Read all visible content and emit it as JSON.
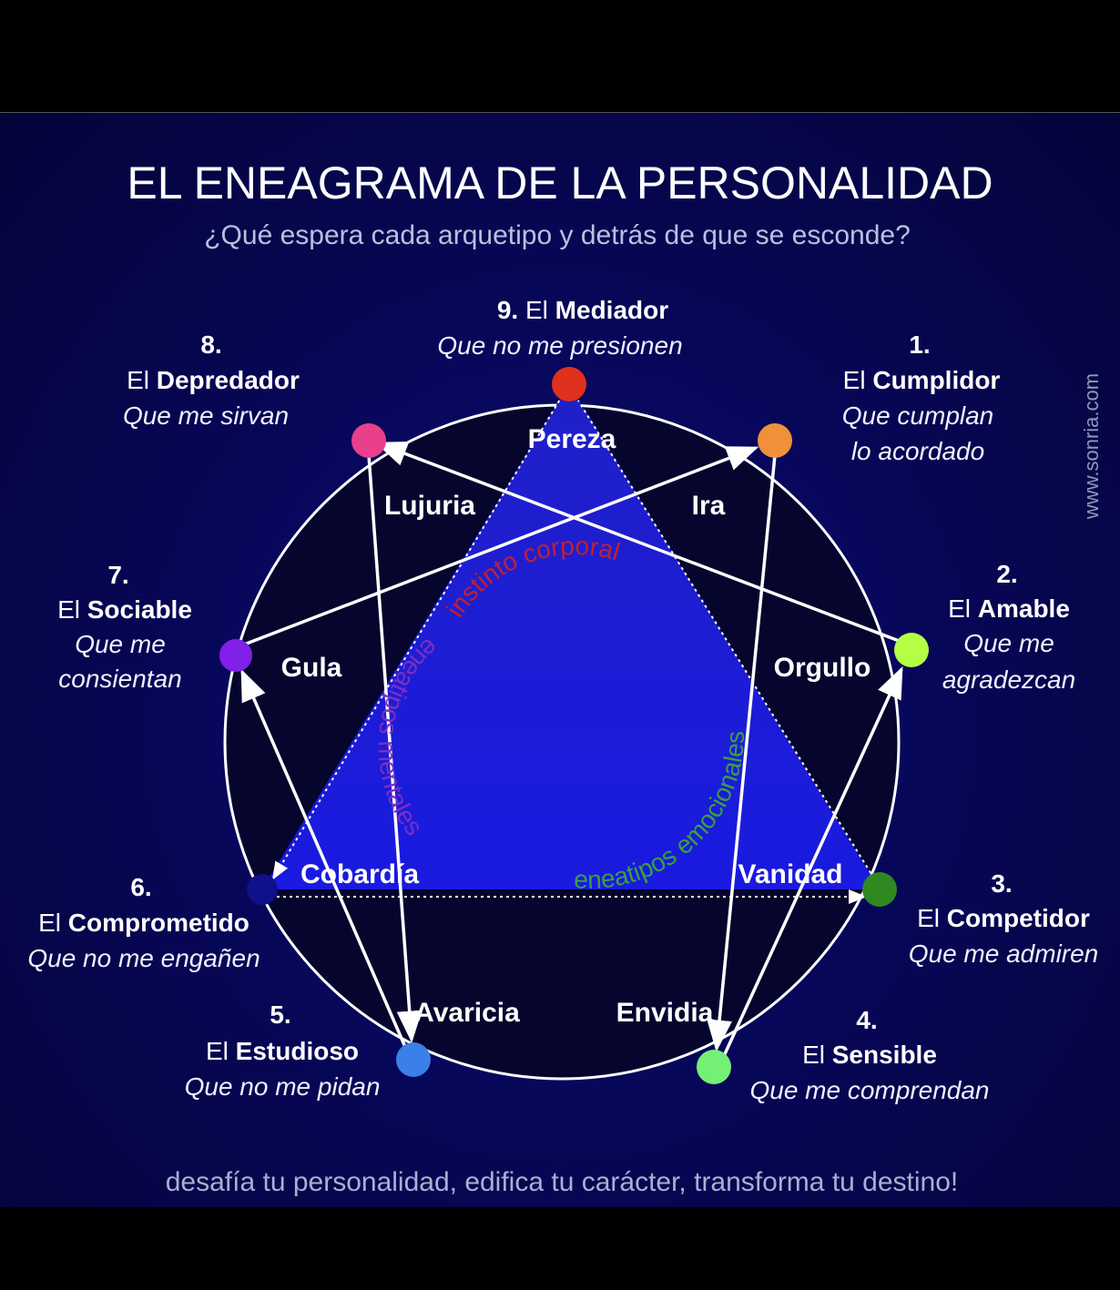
{
  "title": "EL ENEAGRAMA DE LA PERSONALIDAD",
  "subtitle": "¿Qué espera cada arquetipo y detrás de que se esconde?",
  "footer": "desafía tu personalidad, edifica tu carácter, transforma tu destino!",
  "watermark": "www.sonria.com",
  "center": {
    "top": "instinto corporal",
    "left": "eneatipos mentales",
    "right": "eneatipos emocionales"
  },
  "types": [
    {
      "num": "9.",
      "pre": "El",
      "name": "Mediador",
      "wish": "Que no me presionen",
      "vice": "Pereza",
      "color": "#e0301e"
    },
    {
      "num": "1.",
      "pre": "El",
      "name": "Cumplidor",
      "wish": "Que cumplan",
      "wish2": "lo acordado",
      "vice": "Ira",
      "color": "#f0903a"
    },
    {
      "num": "2.",
      "pre": "El",
      "name": "Amable",
      "wish": "Que me",
      "wish2": "agradezcan",
      "vice": "Orgullo",
      "color": "#b4ff44"
    },
    {
      "num": "3.",
      "pre": "El",
      "name": "Competidor",
      "wish": "Que me admiren",
      "vice": "Vanidad",
      "color": "#2e8a20"
    },
    {
      "num": "4.",
      "pre": "El",
      "name": "Sensible",
      "wish": "Que me comprendan",
      "vice": "Envidia",
      "color": "#74f074"
    },
    {
      "num": "5.",
      "pre": "El",
      "name": "Estudioso",
      "wish": "Que no me pidan",
      "vice": "Avaricia",
      "color": "#3a80e8"
    },
    {
      "num": "6.",
      "pre": "El",
      "name": "Comprometido",
      "wish": "Que no me engañen",
      "vice": "Cobardía",
      "color": "#10108a"
    },
    {
      "num": "7.",
      "pre": "El",
      "name": "Sociable",
      "wish": "Que me",
      "wish2": "consientan",
      "vice": "Gula",
      "color": "#8020e8"
    },
    {
      "num": "8.",
      "pre": "El",
      "name": "Depredador",
      "wish": "Que me sirvan",
      "vice": "Lujuria",
      "color": "#e8408a"
    }
  ]
}
